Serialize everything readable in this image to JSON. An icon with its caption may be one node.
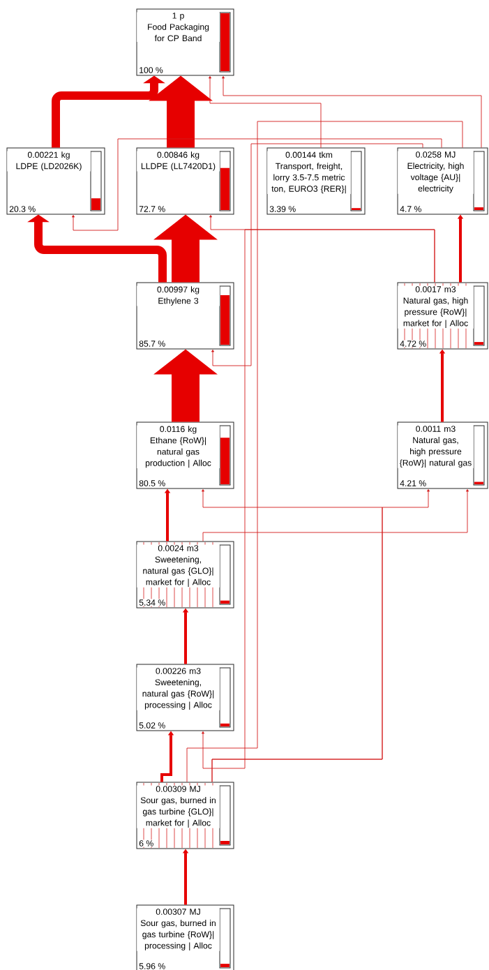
{
  "diagram": {
    "nodes": [
      {
        "text": [
          "1 p",
          "Food Packaging for CP Band",
          "100 %"
        ]
      },
      {
        "text": [
          "0.00221 kg",
          "LDPE (LD2026K)",
          "20.3 %"
        ]
      },
      {
        "text": [
          "0.00846 kg",
          "LLDPE (LL7420D1)",
          "72.7 %"
        ]
      },
      {
        "text": [
          "0.00144 tkm",
          "Transport, freight, lorry 3.5-7.5 metric ton, EURO3 {RER}|",
          "3.39 %"
        ]
      },
      {
        "text": [
          "0.0258 MJ",
          "Electricity, high voltage {AU}| electricity",
          "4.7 %"
        ]
      },
      {
        "text": [
          "0.00997 kg",
          "Ethylene 3",
          "85.7 %"
        ]
      },
      {
        "text": [
          "0.0017 m3",
          "Natural gas, high pressure {RoW}| market for | Alloc",
          "4.72 %"
        ]
      },
      {
        "text": [
          "0.0116 kg",
          "Ethane {RoW}| natural gas production | Alloc",
          "80.5 %"
        ]
      },
      {
        "text": [
          "0.0011 m3",
          "Natural gas, high pressure {RoW}| natural gas",
          "4.21 %"
        ]
      },
      {
        "text": [
          "0.0024 m3",
          "Sweetening, natural gas {GLO}| market for | Alloc",
          "5.34 %"
        ]
      },
      {
        "text": [
          "0.00226 m3",
          "Sweetening, natural gas {RoW}| processing | Alloc",
          "5.02 %"
        ]
      },
      {
        "text": [
          "0.00309 MJ",
          "Sour gas, burned in gas turbine {GLO}| market for | Alloc",
          "6 %"
        ]
      },
      {
        "text": [
          "0.00307 MJ",
          "Sour gas, burned in gas turbine {RoW}| processing | Alloc",
          "5.96 %"
        ]
      }
    ],
    "edges": [
      {
        "from": 1,
        "to": 0,
        "arrow": "to",
        "style": "thick"
      },
      {
        "from": 2,
        "to": 0,
        "arrow": "to",
        "style": "thick"
      },
      {
        "from": 3,
        "to": 0,
        "arrow": "to"
      },
      {
        "from": 4,
        "to": 0,
        "arrow": "to"
      },
      {
        "from": 5,
        "to": 1,
        "arrow": "to",
        "style": "thick"
      },
      {
        "from": 5,
        "to": 2,
        "arrow": "to",
        "style": "thick"
      },
      {
        "from": 4,
        "to": 1,
        "arrow": "to"
      },
      {
        "from": 4,
        "to": 5,
        "arrow": "to"
      },
      {
        "from": 6,
        "to": 4,
        "arrow": "to"
      },
      {
        "from": 6,
        "to": 2,
        "arrow": "to"
      },
      {
        "from": 11,
        "to": 4,
        "arrow": "none"
      },
      {
        "from": 6,
        "to": 10,
        "arrow": "to"
      },
      {
        "from": 7,
        "to": 5,
        "arrow": "to",
        "style": "thick"
      },
      {
        "from": 8,
        "to": 6,
        "arrow": "to"
      },
      {
        "from": 9,
        "to": 7,
        "arrow": "to"
      },
      {
        "from": 11,
        "to": 7,
        "arrow": "to"
      },
      {
        "from": 11,
        "to": 8,
        "arrow": "to"
      },
      {
        "from": 9,
        "to": 8,
        "arrow": "to"
      },
      {
        "from": 10,
        "to": 9,
        "arrow": "to"
      },
      {
        "from": 11,
        "to": 10,
        "arrow": "to"
      },
      {
        "from": 12,
        "to": 11,
        "arrow": "to"
      }
    ]
  }
}
